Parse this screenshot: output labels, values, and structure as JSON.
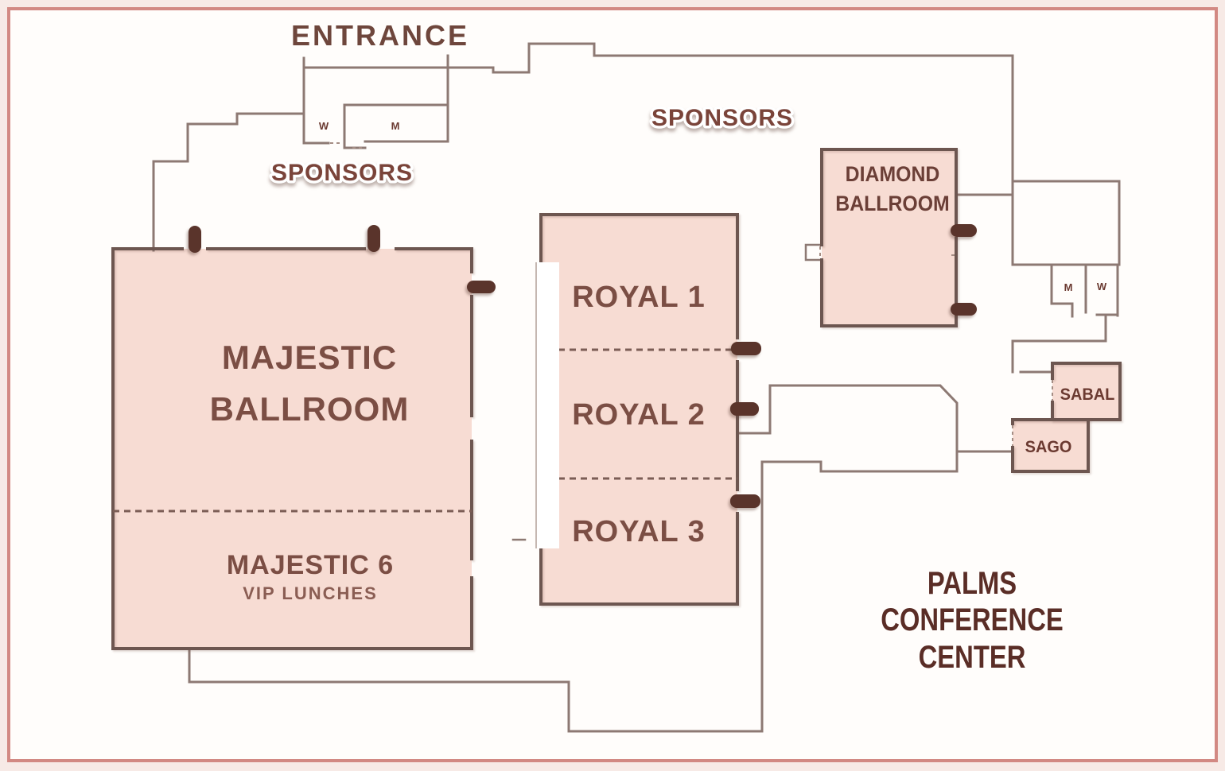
{
  "colors": {
    "page_bg": "#f7eae6",
    "frame": "#d28983",
    "floor_bg": "#fffdfb",
    "room_fill": "#f7dcd3",
    "wall": "#8d7973",
    "room_border": "#6d5650",
    "divider": "#7b5d55",
    "door": "#5a342b",
    "label": "#7b4e44",
    "label_dark": "#5a2d26",
    "sponsor": "#7a443a"
  },
  "header": {
    "entrance": "ENTRANCE"
  },
  "sponsors": {
    "left": "SPONSORS",
    "top": "SPONSORS"
  },
  "rooms": {
    "majestic": {
      "line1": "MAJESTIC",
      "line2": "BALLROOM"
    },
    "majestic6": {
      "name": "MAJESTIC 6",
      "subtitle": "VIP LUNCHES"
    },
    "royal1": {
      "name": "ROYAL 1"
    },
    "royal2": {
      "name": "ROYAL 2"
    },
    "royal3": {
      "name": "ROYAL 3"
    },
    "diamond": {
      "line1": "DIAMOND",
      "line2": "BALLROOM"
    },
    "sabal": {
      "name": "SABAL"
    },
    "sago": {
      "name": "SAGO"
    }
  },
  "restrooms": {
    "entrance_women": "W",
    "entrance_men": "M",
    "east_men": "M",
    "east_women": "W"
  },
  "venue": {
    "line1": "PALMS",
    "line2": "CONFERENCE",
    "line3": "CENTER"
  }
}
